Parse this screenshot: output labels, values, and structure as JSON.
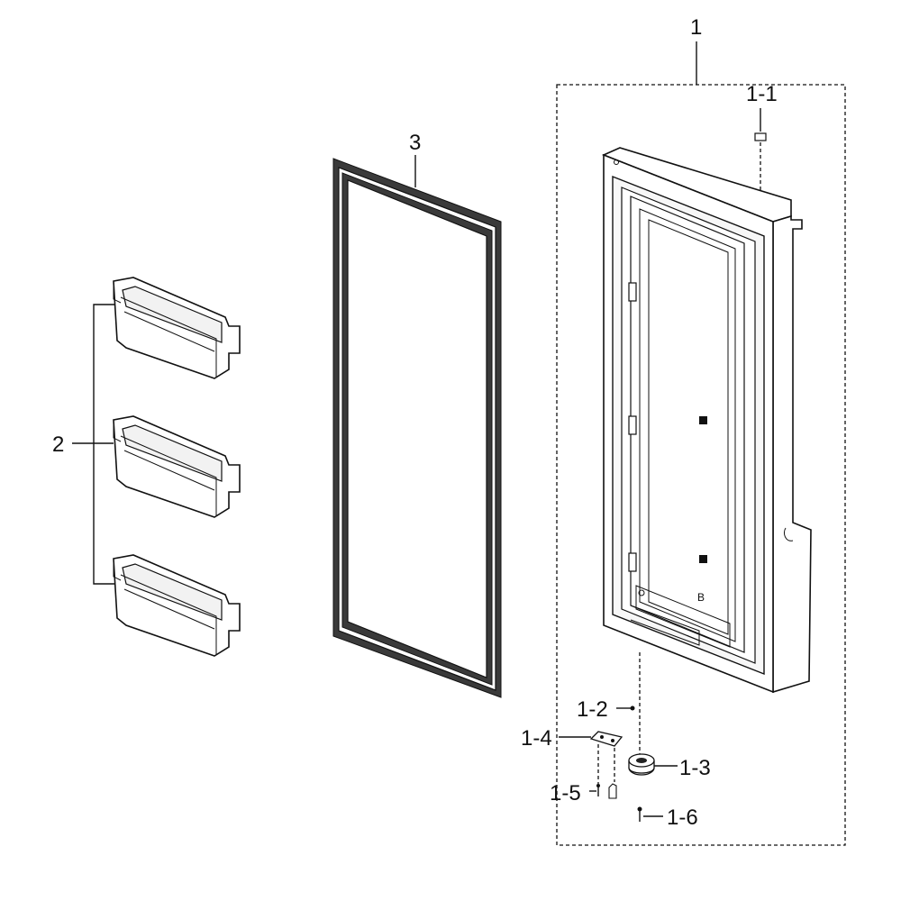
{
  "callouts": {
    "door_assembly": "1",
    "part_1_1": "1-1",
    "part_1_2": "1-2",
    "part_1_3": "1-3",
    "part_1_4": "1-4",
    "part_1_5": "1-5",
    "part_1_6": "1-6",
    "door_bins": "2",
    "gasket": "3"
  },
  "door_inner_label": "B"
}
